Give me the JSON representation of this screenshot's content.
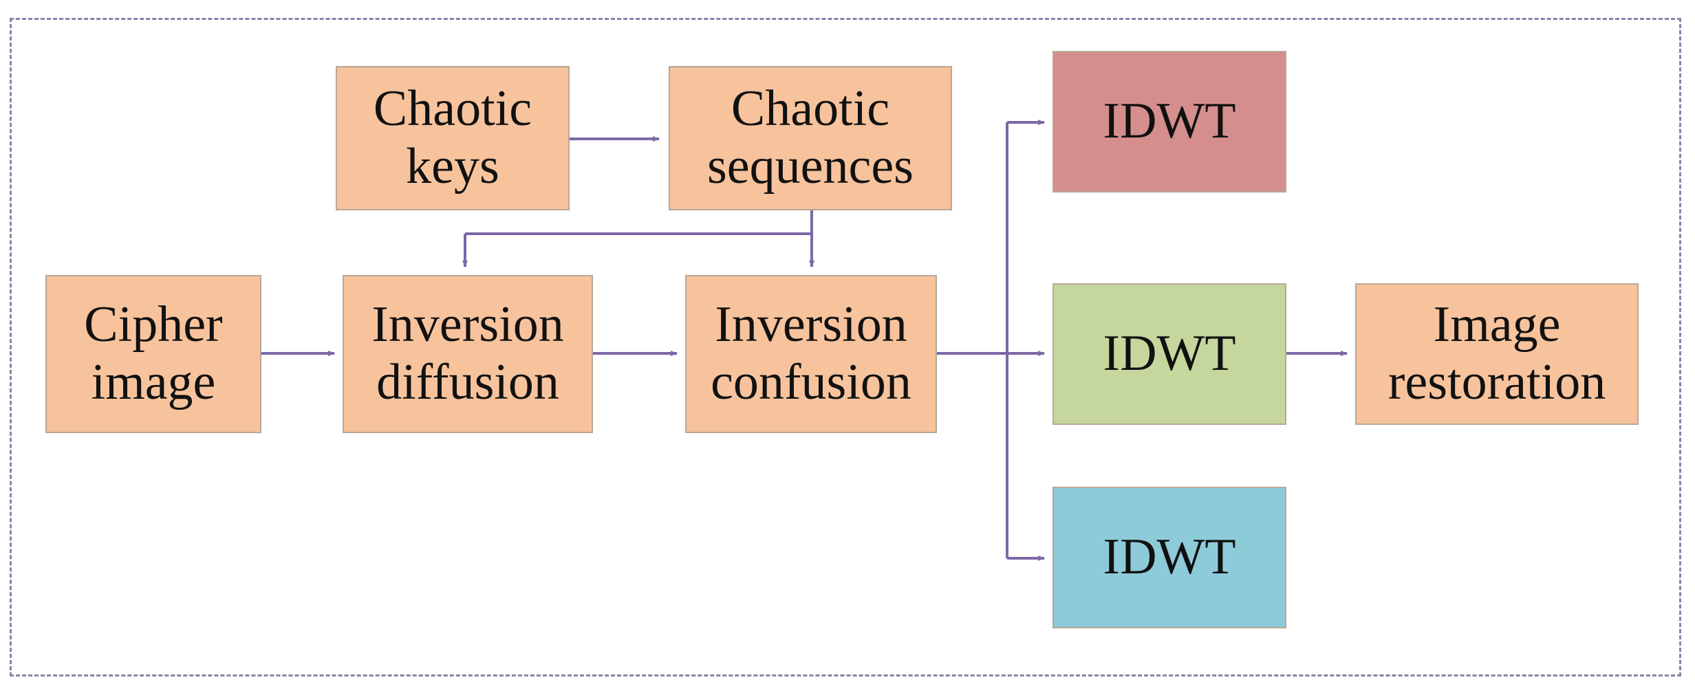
{
  "colors": {
    "process_fill": "#f7c39d",
    "idwt_red": "#d48f8d",
    "idwt_green": "#c5d79d",
    "idwt_blue": "#8ecbd9",
    "arrow": "#7b69a8",
    "frame_dash": "#8a82a8"
  },
  "nodes": {
    "chaotic_keys": {
      "line1": "Chaotic",
      "line2": "keys"
    },
    "chaotic_sequences": {
      "line1": "Chaotic",
      "line2": "sequences"
    },
    "cipher_image": {
      "line1": "Cipher",
      "line2": "image"
    },
    "inversion_diffusion": {
      "line1": "Inversion",
      "line2": "diffusion"
    },
    "inversion_confusion": {
      "line1": "Inversion",
      "line2": "confusion"
    },
    "idwt_top": {
      "label": "IDWT"
    },
    "idwt_middle": {
      "label": "IDWT"
    },
    "idwt_bottom": {
      "label": "IDWT"
    },
    "image_restoration": {
      "line1": "Image",
      "line2": "restoration"
    }
  },
  "edges": [
    {
      "from": "Chaotic keys",
      "to": "Chaotic sequences"
    },
    {
      "from": "Chaotic sequences",
      "to": "Inversion diffusion"
    },
    {
      "from": "Chaotic sequences",
      "to": "Inversion confusion"
    },
    {
      "from": "Cipher image",
      "to": "Inversion diffusion"
    },
    {
      "from": "Inversion diffusion",
      "to": "Inversion confusion"
    },
    {
      "from": "Inversion confusion",
      "to": "IDWT (top)"
    },
    {
      "from": "Inversion confusion",
      "to": "IDWT (middle)"
    },
    {
      "from": "Inversion confusion",
      "to": "IDWT (bottom)"
    },
    {
      "from": "IDWT (middle)",
      "to": "Image restoration"
    }
  ]
}
